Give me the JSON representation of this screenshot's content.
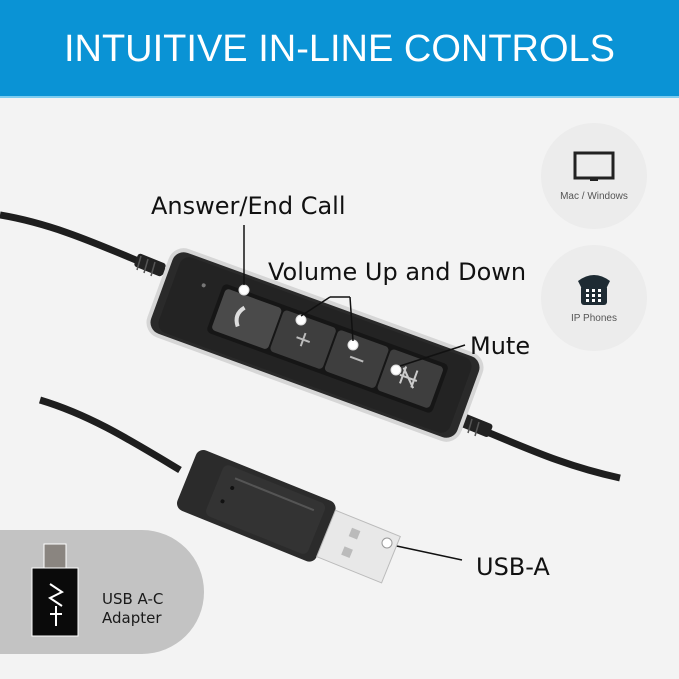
{
  "banner": {
    "title": "INTUITIVE IN-LINE CONTROLS",
    "background_color": "#0a93d5"
  },
  "callouts": {
    "answer_end_call": "Answer/End Call",
    "volume": "Volume Up and Down",
    "mute": "Mute",
    "usb_a": "USB-A"
  },
  "controller": {
    "buttons": [
      {
        "name": "answer-end-call",
        "icon": "phone-handset-icon"
      },
      {
        "name": "volume-up",
        "icon": "plus-icon"
      },
      {
        "name": "volume-down",
        "icon": "minus-icon"
      },
      {
        "name": "mute",
        "icon": "mute-mic-icon"
      }
    ]
  },
  "compatibility": [
    {
      "label": "Mac / Windows",
      "icon": "monitor-icon"
    },
    {
      "label": "IP Phones",
      "icon": "desk-phone-icon"
    }
  ],
  "adapter": {
    "line1": "USB A-C",
    "line2": "Adapter",
    "icon": "usb-c-adapter-icon"
  }
}
